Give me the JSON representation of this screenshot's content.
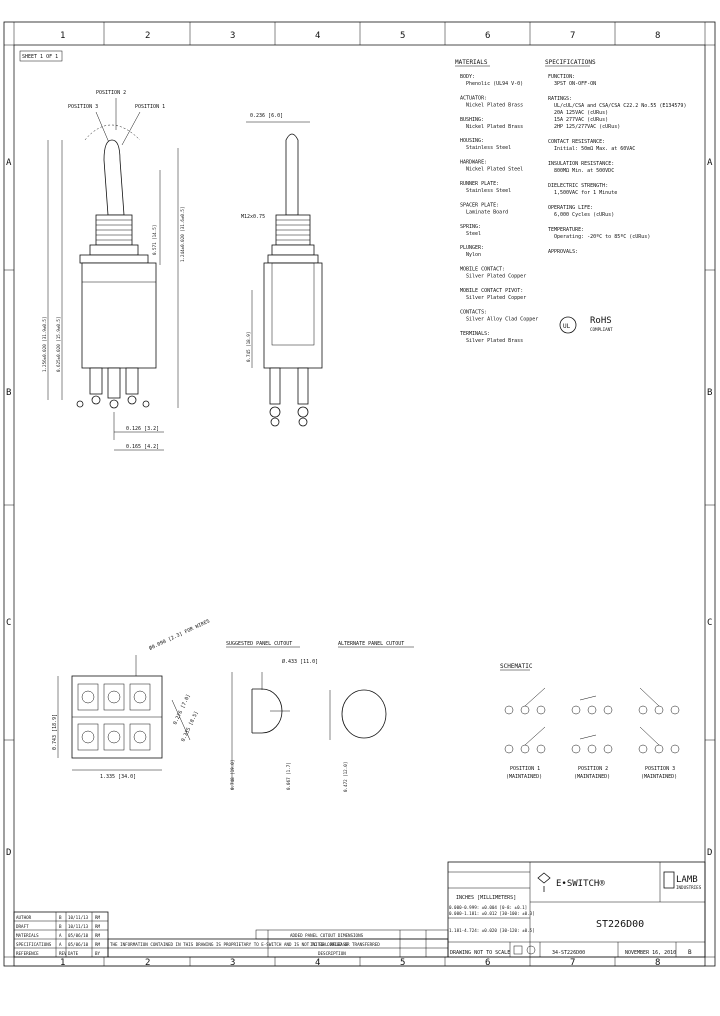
{
  "grid": {
    "columns": [
      "1",
      "2",
      "3",
      "4",
      "5",
      "6",
      "7",
      "8"
    ],
    "rows": [
      "A",
      "B",
      "C",
      "D"
    ]
  },
  "sheet_label": "SHEET 1 OF 1",
  "side_view_labels": {
    "position_2": "POSITION 2",
    "position_3": "POSITION 3",
    "position_1": "POSITION 1",
    "dim_a": "0.571 [14.5]",
    "dim_b": "1.244±0.020 [31.6±0.5]",
    "dim_c": "1.256±0.020 [31.9±0.5]",
    "dim_d": "0.625±0.020 [15.9±0.5]",
    "dim_e": "0.126 [3.2]",
    "dim_f": "0.165 [4.2]"
  },
  "front_view_labels": {
    "dim_top": "0.236 [6.0]",
    "thread": "M12x0.75",
    "dim_body": "0.745 [18.9]"
  },
  "materials": {
    "heading": "MATERIALS",
    "items": [
      {
        "name": "BODY:",
        "value": "Phenolic (UL94 V-0)"
      },
      {
        "name": "ACTUATOR:",
        "value": "Nickel Plated Brass"
      },
      {
        "name": "BUSHING:",
        "value": "Nickel Plated Brass"
      },
      {
        "name": "HOUSING:",
        "value": "Stainless Steel"
      },
      {
        "name": "HARDWARE:",
        "value": "Nickel Plated Steel"
      },
      {
        "name": "RUNNER PLATE:",
        "value": "Stainless Steel"
      },
      {
        "name": "SPACER PLATE:",
        "value": "Laminate Board"
      },
      {
        "name": "SPRING:",
        "value": "Steel"
      },
      {
        "name": "PLUNGER:",
        "value": "Nylon"
      },
      {
        "name": "MOBILE CONTACT:",
        "value": "Silver Plated Copper"
      },
      {
        "name": "MOBILE CONTACT PIVOT:",
        "value": "Silver Plated Copper"
      },
      {
        "name": "CONTACTS:",
        "value": "Silver Alloy Clad Copper"
      },
      {
        "name": "TERMINALS:",
        "value": "Silver Plated Brass"
      }
    ]
  },
  "specifications": {
    "heading": "SPECIFICATIONS",
    "items": [
      {
        "name": "FUNCTION:",
        "lines": [
          "3PST ON-OFF-ON"
        ]
      },
      {
        "name": "RATINGS:",
        "lines": [
          "UL/cUL/CSA and CSA/CSA C22.2 No.55 (E134579)",
          "20A 125VAC (cURus)",
          "15A 277VAC (cURus)",
          "2HP 125/277VAC (cURus)"
        ]
      },
      {
        "name": "CONTACT RESISTANCE:",
        "lines": [
          "Initial: 50mΩ Max. at 60VAC"
        ]
      },
      {
        "name": "INSULATION RESISTANCE:",
        "lines": [
          "800MΩ Min. at 500VDC"
        ]
      },
      {
        "name": "DIELECTRIC STRENGTH:",
        "lines": [
          "1,500VAC for 1 Minute"
        ]
      },
      {
        "name": "OPERATING LIFE:",
        "lines": [
          "6,000 Cycles (cURus)"
        ]
      },
      {
        "name": "TEMPERATURE:",
        "lines": [
          "Operating: -20ºC to 85ºC (cURus)"
        ]
      },
      {
        "name": "APPROVALS:",
        "lines": []
      }
    ],
    "rohs": "RoHS",
    "rohs_sub": "COMPLIANT"
  },
  "bottom_view": {
    "label": "Ø0.090 [2.3] FOR WIRES",
    "dim_h1": "0.743 [18.9]",
    "dim_h2": "0.335 [8.5]",
    "dim_w": "1.335 [34.0]",
    "dim_rot": "0.276 [7.0]"
  },
  "panel_cutouts": {
    "suggested_heading": "SUGGESTED PANEL CUTOUT",
    "alternate_heading": "ALTERNATE PANEL CUTOUT",
    "dim_dia": "Ø.433 [11.0]",
    "dim_a": "0.748 [19.0]",
    "dim_b": "0.067 [1.7]",
    "dim_c": "0.472 [12.0]"
  },
  "schematic": {
    "heading": "SCHEMATIC",
    "positions": [
      {
        "line1": "POSITION 1",
        "line2": "(MAINTAINED)"
      },
      {
        "line1": "POSITION 2",
        "line2": "(MAINTAINED)"
      },
      {
        "line1": "POSITION 3",
        "line2": "(MAINTAINED)"
      }
    ]
  },
  "title_block": {
    "brand": "E•SWITCH®",
    "lamb": "LAMB",
    "lamb_sub": "INDUSTRIES",
    "part_number": "ST226D00",
    "drawing_number": "34-ST226D00",
    "date": "NOVEMBER 16, 2010",
    "revision": "B",
    "scale_text": "DRAWING NOT TO SCALE",
    "units_text": "INCHES [MILLIMETERS]",
    "tolerances": [
      "0.000-0.999: ±0.004 [0-8: ±0.1]",
      "0.000-1.181: ±0.012 [30-100: ±0.3]",
      "1.181-4.724: ±0.020 [30-120: ±0.5]"
    ],
    "confidential": "THE INFORMATION CONTAINED IN THIS DRAWING IS PROPRIETARY TO E-SWITCH AND IS NOT TO BE COPIED OR TRANSFERRED",
    "revision_notes": [
      "ADDED PANEL CUTOUT DIMENSIONS",
      "INITIAL RELEASE",
      "DESCRIPTION"
    ],
    "approvals": [
      {
        "role": "AUTHOR",
        "rev": "B",
        "date": "10/11/13",
        "by": "RM"
      },
      {
        "role": "DRAFT",
        "rev": "B",
        "date": "10/11/13",
        "by": "RM"
      },
      {
        "role": "MATERIALS",
        "rev": "A",
        "date": "05/06/10",
        "by": "RM"
      },
      {
        "role": "SPECIFICATIONS",
        "rev": "A",
        "date": "05/06/10",
        "by": "RM"
      },
      {
        "role": "REFERENCE",
        "rev": "REV",
        "date": "DATE",
        "by": "BY"
      }
    ]
  }
}
